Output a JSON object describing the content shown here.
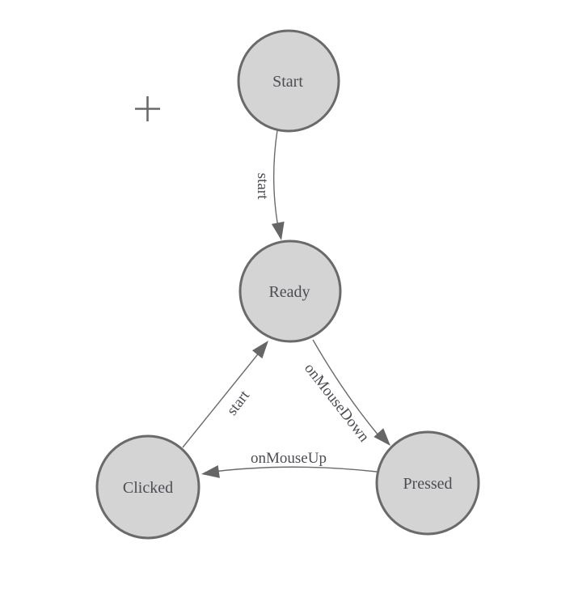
{
  "diagram": {
    "type": "state-machine",
    "colors": {
      "background": "#ffffff",
      "node_fill": "#d4d4d4",
      "node_stroke": "#6a6a6a",
      "edge_stroke": "#6b6b6b",
      "arrow_fill": "#666666",
      "label_text": "#4c4c54",
      "crosshair": "#6a6a6a"
    },
    "nodes": [
      {
        "id": "start",
        "label": "Start"
      },
      {
        "id": "ready",
        "label": "Ready"
      },
      {
        "id": "clicked",
        "label": "Clicked"
      },
      {
        "id": "pressed",
        "label": "Pressed"
      }
    ],
    "edges": [
      {
        "from": "start",
        "to": "ready",
        "label": "start"
      },
      {
        "from": "ready",
        "to": "pressed",
        "label": "onMouseDown"
      },
      {
        "from": "pressed",
        "to": "clicked",
        "label": "onMouseUp"
      },
      {
        "from": "clicked",
        "to": "ready",
        "label": "start"
      }
    ],
    "markers": [
      {
        "id": "origin-crosshair",
        "glyph": "plus-crosshair"
      }
    ]
  }
}
